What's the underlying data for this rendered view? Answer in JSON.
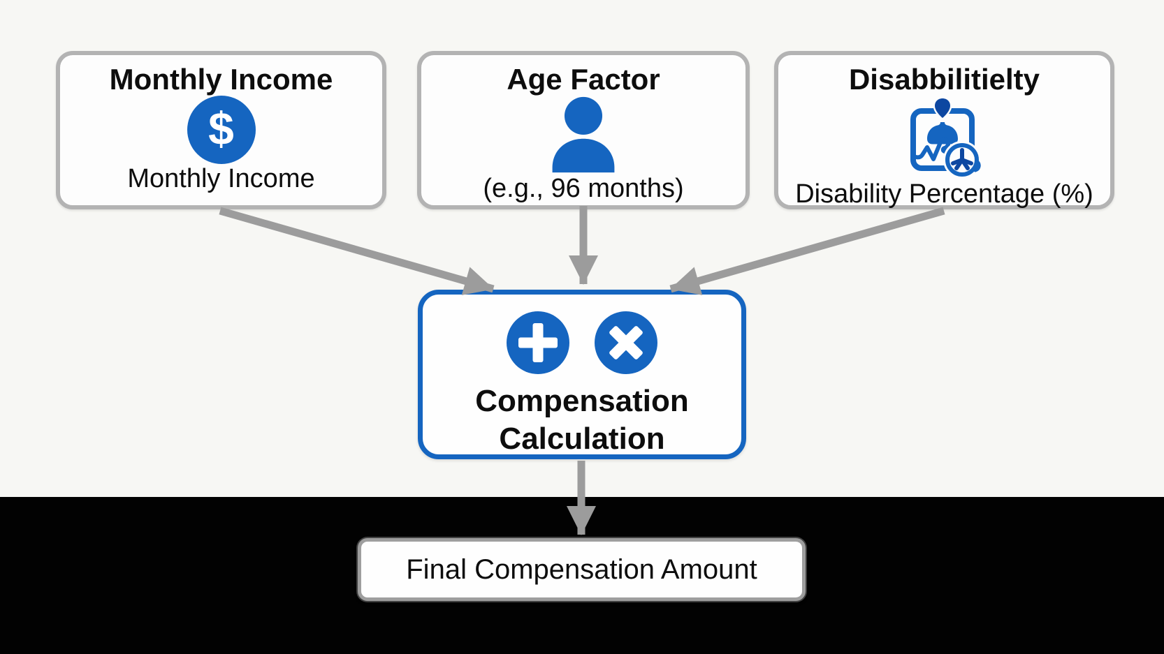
{
  "flowchart": {
    "inputs": [
      {
        "title": "Monthly Income",
        "subtitle": "Monthly Income",
        "icon": "dollar-icon"
      },
      {
        "title": "Age Factor",
        "subtitle": "(e.g., 96 months)",
        "icon": "person-icon"
      },
      {
        "title": "Disabbilitielty",
        "subtitle": "Disability Percentage (%)",
        "icon": "disability-record-icon"
      }
    ],
    "process": {
      "title": "Compensation Calculation",
      "icons": [
        "plus-icon",
        "multiply-icon"
      ]
    },
    "output": {
      "label": "Final Compensation Amount"
    },
    "symbols": {
      "dollar": "$"
    },
    "colors": {
      "accent_blue": "#1565c0",
      "dark_blue": "#0d47a1",
      "border_gray": "#b3b3b3",
      "arrow_gray": "#9c9c9c",
      "background_top": "#f7f7f4",
      "background_bottom": "#020202"
    }
  }
}
